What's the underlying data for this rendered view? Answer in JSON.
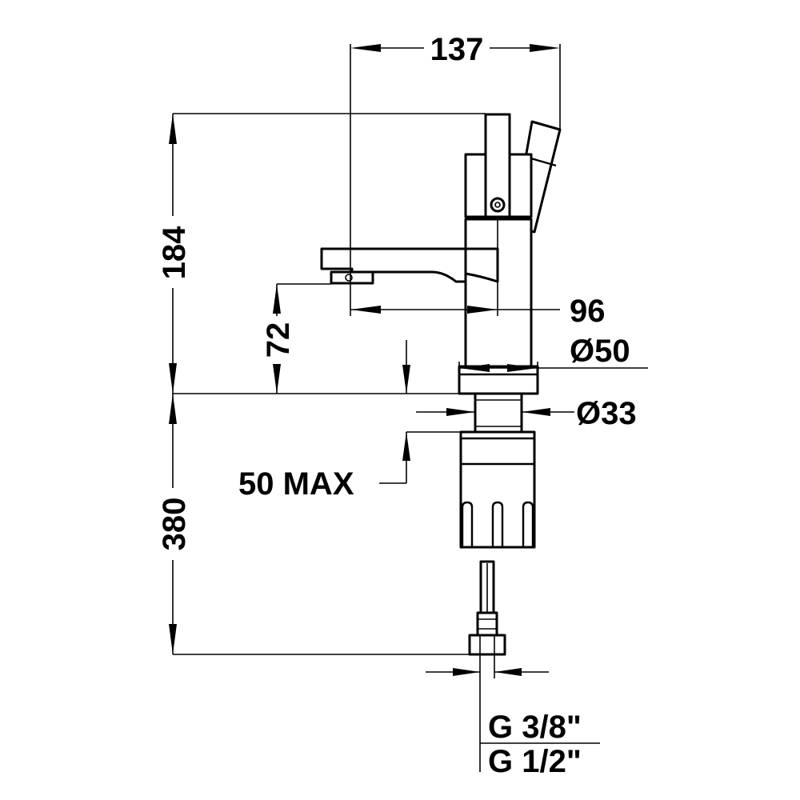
{
  "dimensions": {
    "spout_width": "137",
    "total_height": "184",
    "spout_height": "72",
    "spout_reach": "96",
    "body_diameter": "Ø50",
    "shank_diameter": "Ø33",
    "countertop_max": "50 MAX",
    "hose_length": "380",
    "connection_thread_small": "G 3/8\"",
    "connection_thread_large": "G 1/2\""
  },
  "colors": {
    "line": "#000000",
    "background": "#ffffff"
  }
}
